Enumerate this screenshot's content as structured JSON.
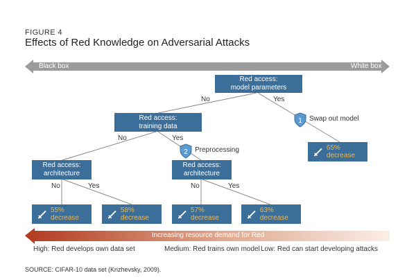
{
  "figure_label": "FIGURE 4",
  "title": "Effects of Red Knowledge on Adversarial Attacks",
  "top_arrow": {
    "left_label": "Black box",
    "right_label": "White box"
  },
  "root": {
    "line1": "Red access:",
    "line2": "model parameters"
  },
  "mid": {
    "line1": "Red access:",
    "line2": "training data"
  },
  "arch_left": {
    "line1": "Red access:",
    "line2": "architecture"
  },
  "arch_right": {
    "line1": "Red access:",
    "line2": "architecture"
  },
  "edges": {
    "root_no": "No",
    "root_yes": "Yes",
    "mid_no": "No",
    "mid_yes": "Yes",
    "al_no": "No",
    "al_yes": "Yes",
    "ar_no": "No",
    "ar_yes": "Yes"
  },
  "shields": [
    {
      "number": "1",
      "label": "Swap out model"
    },
    {
      "number": "2",
      "label": "Preprocessing"
    }
  ],
  "leaves": {
    "swap": "65% decrease",
    "a": "55% decrease",
    "b": "58% decrease",
    "c": "57% decrease",
    "d": "63% decrease"
  },
  "bottom_arrow": {
    "label": "Increasing resource demand for Red"
  },
  "levels": {
    "high": "High: Red develops own data set",
    "medium": "Medium: Red trains own model",
    "low": "Low: Red can start developing attacks"
  },
  "source": "SOURCE: CIFAR-10 data set (Krizhevsky, 2009).",
  "colors": {
    "node_fill": "#3c6e9a",
    "value_text": "#f0b54a",
    "gray_arrow": "#9b9b9b",
    "gradient_start": "#b23a1e",
    "gradient_end": "#ffffff"
  },
  "icons": {
    "leaf": "sword-icon",
    "shield": "shield-icon"
  }
}
